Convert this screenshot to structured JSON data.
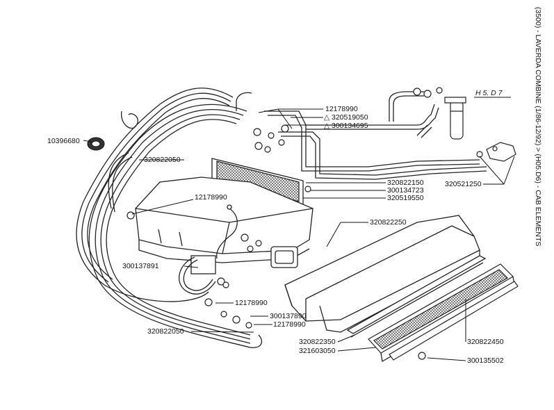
{
  "header": {
    "side_title": "(3500) - LAVERDA COMBINE (1/86-12/92) > (H05.D6) - CAB ELEMENTS",
    "ref_code": "H 5. D 7"
  },
  "labels": {
    "p12178990_top": "12178990",
    "p320519050": "△ 320519050",
    "p300134695": "△ 300134695",
    "p10396680": "10396680",
    "p320822050_top": "320822050",
    "p320822150": "320822150",
    "p300134723": "300134723",
    "p320519550": "320519550",
    "p320521250": "320521250",
    "p12178990_mid": "12178990",
    "p320822250": "320822250",
    "p300137891": "300137891",
    "p12178990_low": "12178990",
    "p300137890": "300137890",
    "p12178990_low2": "12178990",
    "p320822050_bottom": "320822050",
    "p320822350": "320822350",
    "p321603050": "321603050",
    "p320822450": "320822450",
    "p300135502": "300135502"
  },
  "colors": {
    "ink": "#111111",
    "paper": "#ffffff"
  }
}
